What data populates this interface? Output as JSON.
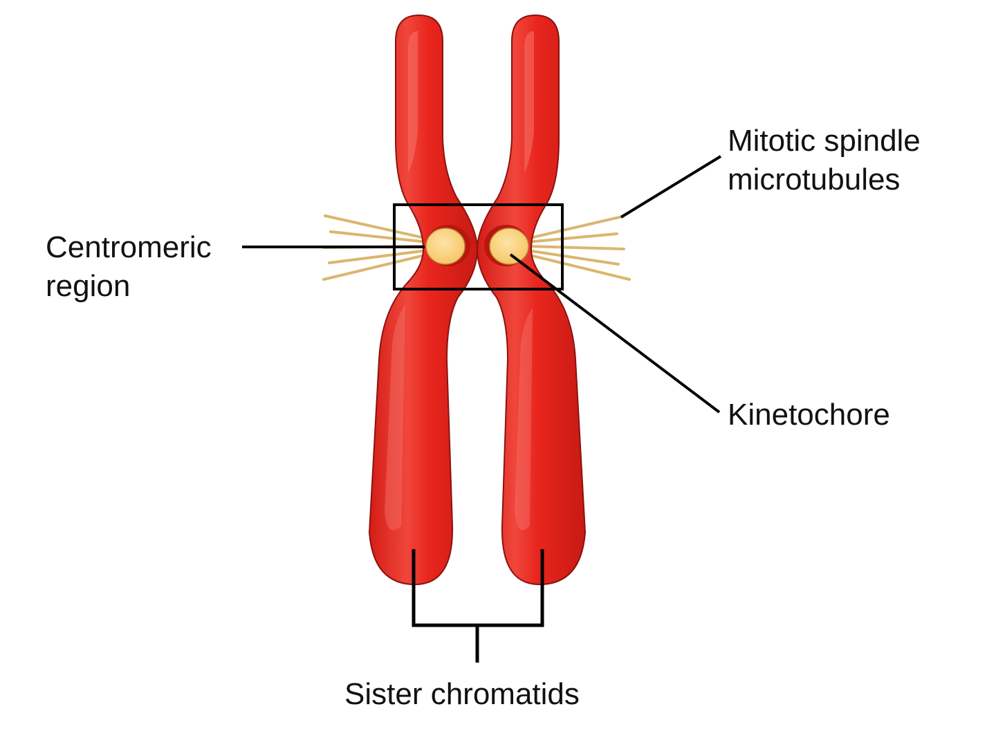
{
  "labels": {
    "centromeric_region": [
      "Centromeric",
      "region"
    ],
    "mitotic_spindle_microtubules": [
      "Mitotic spindle",
      "microtubules"
    ],
    "kinetochore": "Kinetochore",
    "sister_chromatids": "Sister chromatids"
  },
  "colors": {
    "chromatid_fill": "#e8261e",
    "chromatid_highlight": "#f5736a",
    "chromatid_shadow": "#c81a14",
    "kinetochore_fill": "#fbd27e",
    "microtubule": "#d9b368",
    "line": "#000000"
  }
}
